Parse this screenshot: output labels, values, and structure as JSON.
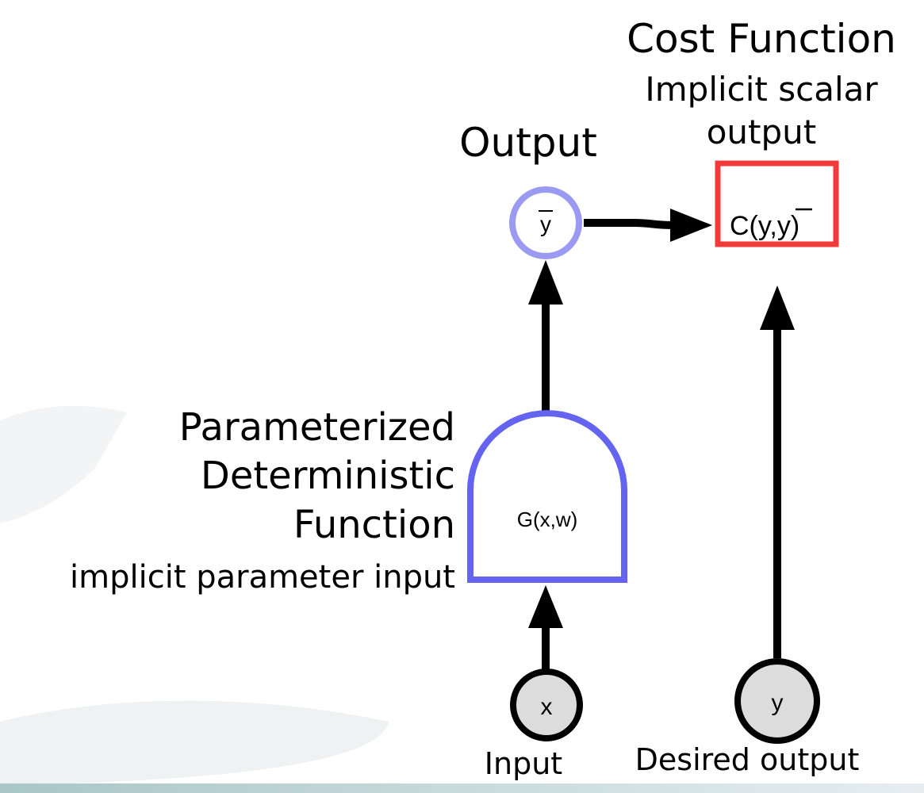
{
  "labels": {
    "cost_function_title": "Cost  Function",
    "cost_function_subtitle_line1": "Implicit  scalar",
    "cost_function_subtitle_line2": "output",
    "output_title": "Output",
    "g_label_line1": "Parameterized",
    "g_label_line2": "Deterministic",
    "g_label_line3": "Function",
    "g_label_line4": "implicit parameter input",
    "input_label": "Input",
    "desired_output_label": "Desired output"
  },
  "nodes": {
    "ybar": {
      "symbol": "y"
    },
    "cost": {
      "prefix": "C(y,",
      "ybar_symbol": "y",
      "suffix": ")"
    },
    "g_function": {
      "text": "G(x,w)"
    },
    "x_input": {
      "symbol": "x"
    },
    "y_target": {
      "symbol": "y"
    }
  },
  "colors": {
    "output_node_stroke": "#9a9af2",
    "cost_box_stroke": "#f23a3a",
    "g_stroke": "#6464f0",
    "variable_fill": "#dcdcdc",
    "edge": "#000000"
  }
}
